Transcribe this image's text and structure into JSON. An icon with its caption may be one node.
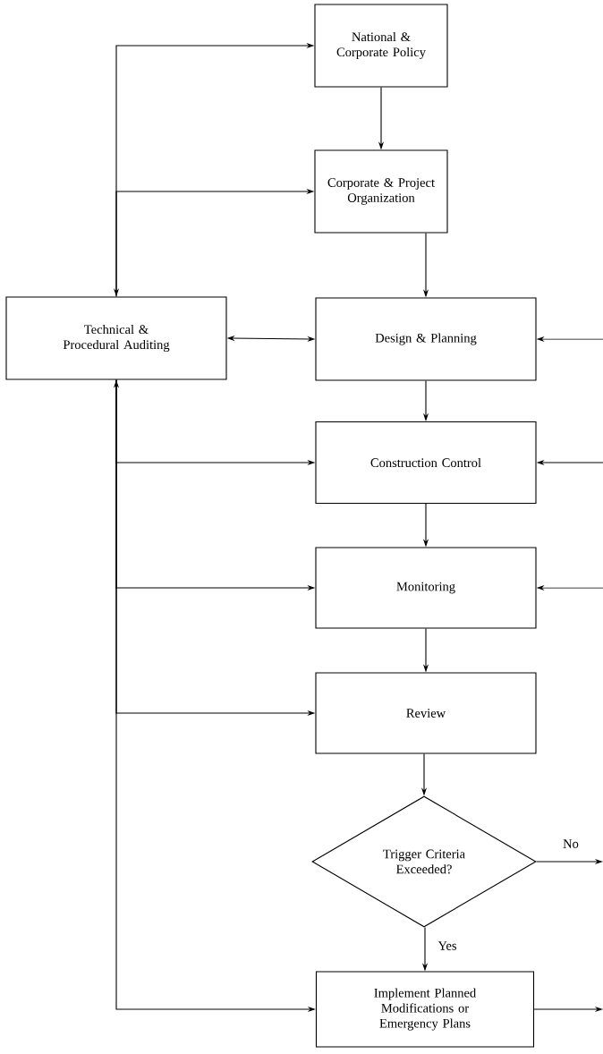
{
  "diagram": {
    "nodes": [
      {
        "text": [
          "National & Corporate Policy"
        ]
      },
      {
        "text": [
          "Corporate & Project Organization"
        ]
      },
      {
        "text": [
          "Technical & Procedural Auditing"
        ]
      },
      {
        "text": [
          "Design & Planning"
        ]
      },
      {
        "text": [
          "Construction Control"
        ]
      },
      {
        "text": [
          "Monitoring"
        ]
      },
      {
        "text": [
          "Review"
        ]
      },
      {
        "text": [
          "Trigger Criteria Exceeded?"
        ]
      },
      {
        "text": [
          "Implement Planned Modifications or Emergency Plans"
        ]
      }
    ],
    "edges": [
      {
        "from": 0,
        "to": 1,
        "arrow": "to"
      },
      {
        "from": 1,
        "to": 3,
        "arrow": "to"
      },
      {
        "from": 3,
        "to": 4,
        "arrow": "to"
      },
      {
        "from": 4,
        "to": 5,
        "arrow": "to"
      },
      {
        "from": 5,
        "to": 6,
        "arrow": "to"
      },
      {
        "from": 6,
        "to": 7,
        "arrow": "to"
      },
      {
        "from": 7,
        "to": 8,
        "arrow": "to",
        "label": "Yes"
      },
      {
        "from": 7,
        "to": null,
        "arrow": "to",
        "label": "No"
      },
      {
        "from": 8,
        "to": null,
        "arrow": "to"
      },
      {
        "from": null,
        "to": 3,
        "arrow": "to"
      },
      {
        "from": null,
        "to": 4,
        "arrow": "to"
      },
      {
        "from": null,
        "to": 5,
        "arrow": "to"
      },
      {
        "from": 2,
        "to": 0,
        "arrow": "both"
      },
      {
        "from": 2,
        "to": 1,
        "arrow": "to"
      },
      {
        "from": 2,
        "to": 3,
        "arrow": "both"
      },
      {
        "from": 2,
        "to": 4,
        "arrow": "to"
      },
      {
        "from": 2,
        "to": 5,
        "arrow": "to"
      },
      {
        "from": 2,
        "to": 6,
        "arrow": "to"
      },
      {
        "from": 2,
        "to": 8,
        "arrow": "both"
      }
    ]
  }
}
